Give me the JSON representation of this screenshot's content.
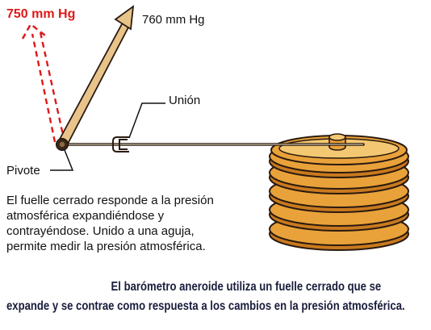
{
  "labels": {
    "pressure_low": "750 mm Hg",
    "pressure_high": "760 mm Hg",
    "union": "Unión",
    "pivot": "Pivote"
  },
  "description": [
    "El fuelle cerrado responde a la presión",
    "atmosférica expandiéndose y",
    "contrayéndose. Unido a una aguja,",
    "permite medir la presión atmosférica."
  ],
  "caption": [
    "El barómetro aneroide utiliza un fuelle cerrado que se",
    "expande y se contrae como respuesta a los cambios en la presión atmosférica."
  ],
  "colors": {
    "bellows_fill": "#e9a23a",
    "bellows_rim": "#f4c872",
    "outline": "#2a1a10",
    "needle_fill": "#e8c48a",
    "dashed_needle": "#e01818",
    "caption_text": "#1a1d3c"
  }
}
